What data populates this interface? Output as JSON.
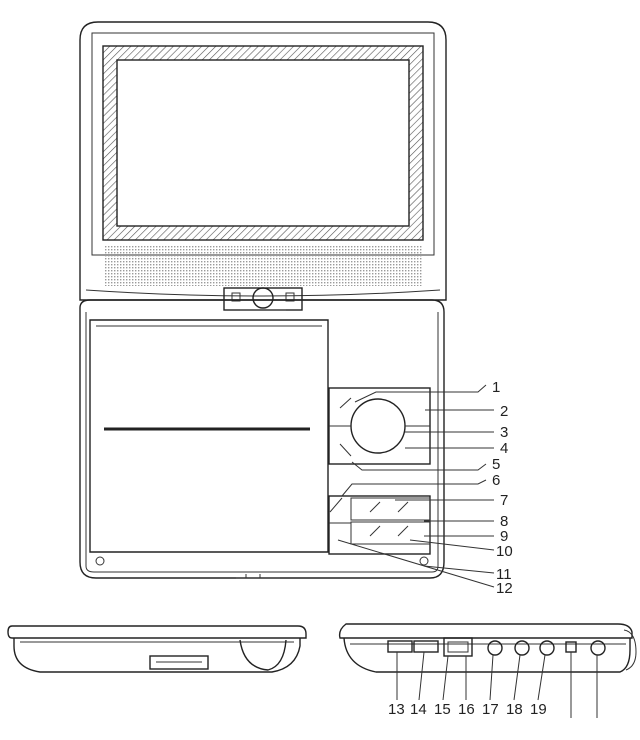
{
  "callouts": {
    "main": [
      "1",
      "2",
      "3",
      "4",
      "5",
      "6",
      "7",
      "8",
      "9",
      "10",
      "11",
      "12"
    ],
    "bottom": [
      "13",
      "14",
      "15",
      "16",
      "17",
      "18",
      "19"
    ]
  },
  "colors": {
    "line": "#222222",
    "hatch": "#555555",
    "speaker": "#9a9a9a",
    "background": "#ffffff"
  }
}
